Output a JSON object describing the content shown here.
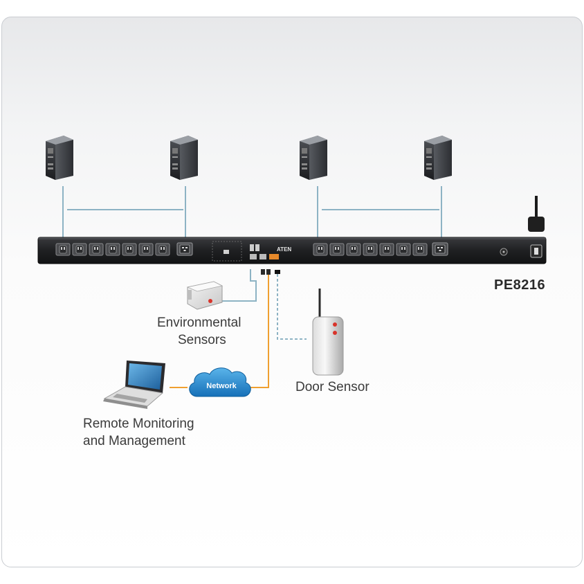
{
  "pdu": {
    "model": "PE8216",
    "brand": "ATEN"
  },
  "labels": {
    "env_line1": "Environmental",
    "env_line2": "Sensors",
    "door": "Door Sensor",
    "remote_line1": "Remote Monitoring",
    "remote_line2": "and Management",
    "network": "Network"
  },
  "colors": {
    "pdu_body": "#1f2022",
    "line_blue": "#8db3c4",
    "line_orange": "#f0a030",
    "cloud": "#1d84c8"
  },
  "icons": {
    "server": "server-tower-icon",
    "laptop": "laptop-icon",
    "cloud": "network-cloud-icon",
    "env_sensor": "environmental-sensor-icon",
    "door_sensor": "door-sensor-icon",
    "antenna": "antenna-icon"
  }
}
